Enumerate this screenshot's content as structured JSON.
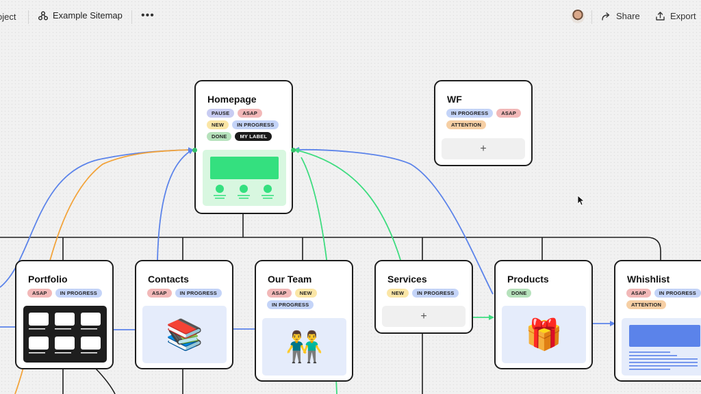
{
  "toolbar": {
    "project_crumb": "oject",
    "sitemap_title": "Example Sitemap",
    "more_label": "•••",
    "share_label": "Share",
    "export_label": "Export"
  },
  "cards": {
    "homepage": {
      "title": "Homepage",
      "tags": [
        "PAUSE",
        "ASAP",
        "NEW",
        "IN PROGRESS",
        "DONE",
        "MY LABEL"
      ]
    },
    "wf": {
      "title": "WF",
      "tags": [
        "IN PROGRESS",
        "ASAP",
        "ATTENTION"
      ],
      "add_label": "+"
    },
    "portfolio": {
      "title": "Portfolio",
      "tags": [
        "ASAP",
        "IN PROGRESS"
      ]
    },
    "contacts": {
      "title": "Contacts",
      "tags": [
        "ASAP",
        "IN PROGRESS"
      ],
      "emoji": "📚"
    },
    "our_team": {
      "title": "Our Team",
      "tags": [
        "ASAP",
        "NEW",
        "IN PROGRESS"
      ],
      "emoji": "👬"
    },
    "services": {
      "title": "Services",
      "tags": [
        "NEW",
        "IN PROGRESS"
      ],
      "add_label": "+"
    },
    "products": {
      "title": "Products",
      "tags": [
        "DONE"
      ],
      "emoji": "🎁"
    },
    "whishlist": {
      "title": "Whishlist",
      "tags": [
        "ASAP",
        "IN PROGRESS",
        "ATTENTION"
      ]
    }
  },
  "colors": {
    "link_blue": "#5b83ea",
    "link_green": "#3ddc7f",
    "link_orange": "#f2a33a",
    "card_border": "#1d1d1d",
    "tree_line": "#1d1d1d"
  },
  "icons": [
    "sitemap-icon",
    "more-icon",
    "share-icon",
    "export-icon",
    "cursor-icon",
    "avatar"
  ]
}
